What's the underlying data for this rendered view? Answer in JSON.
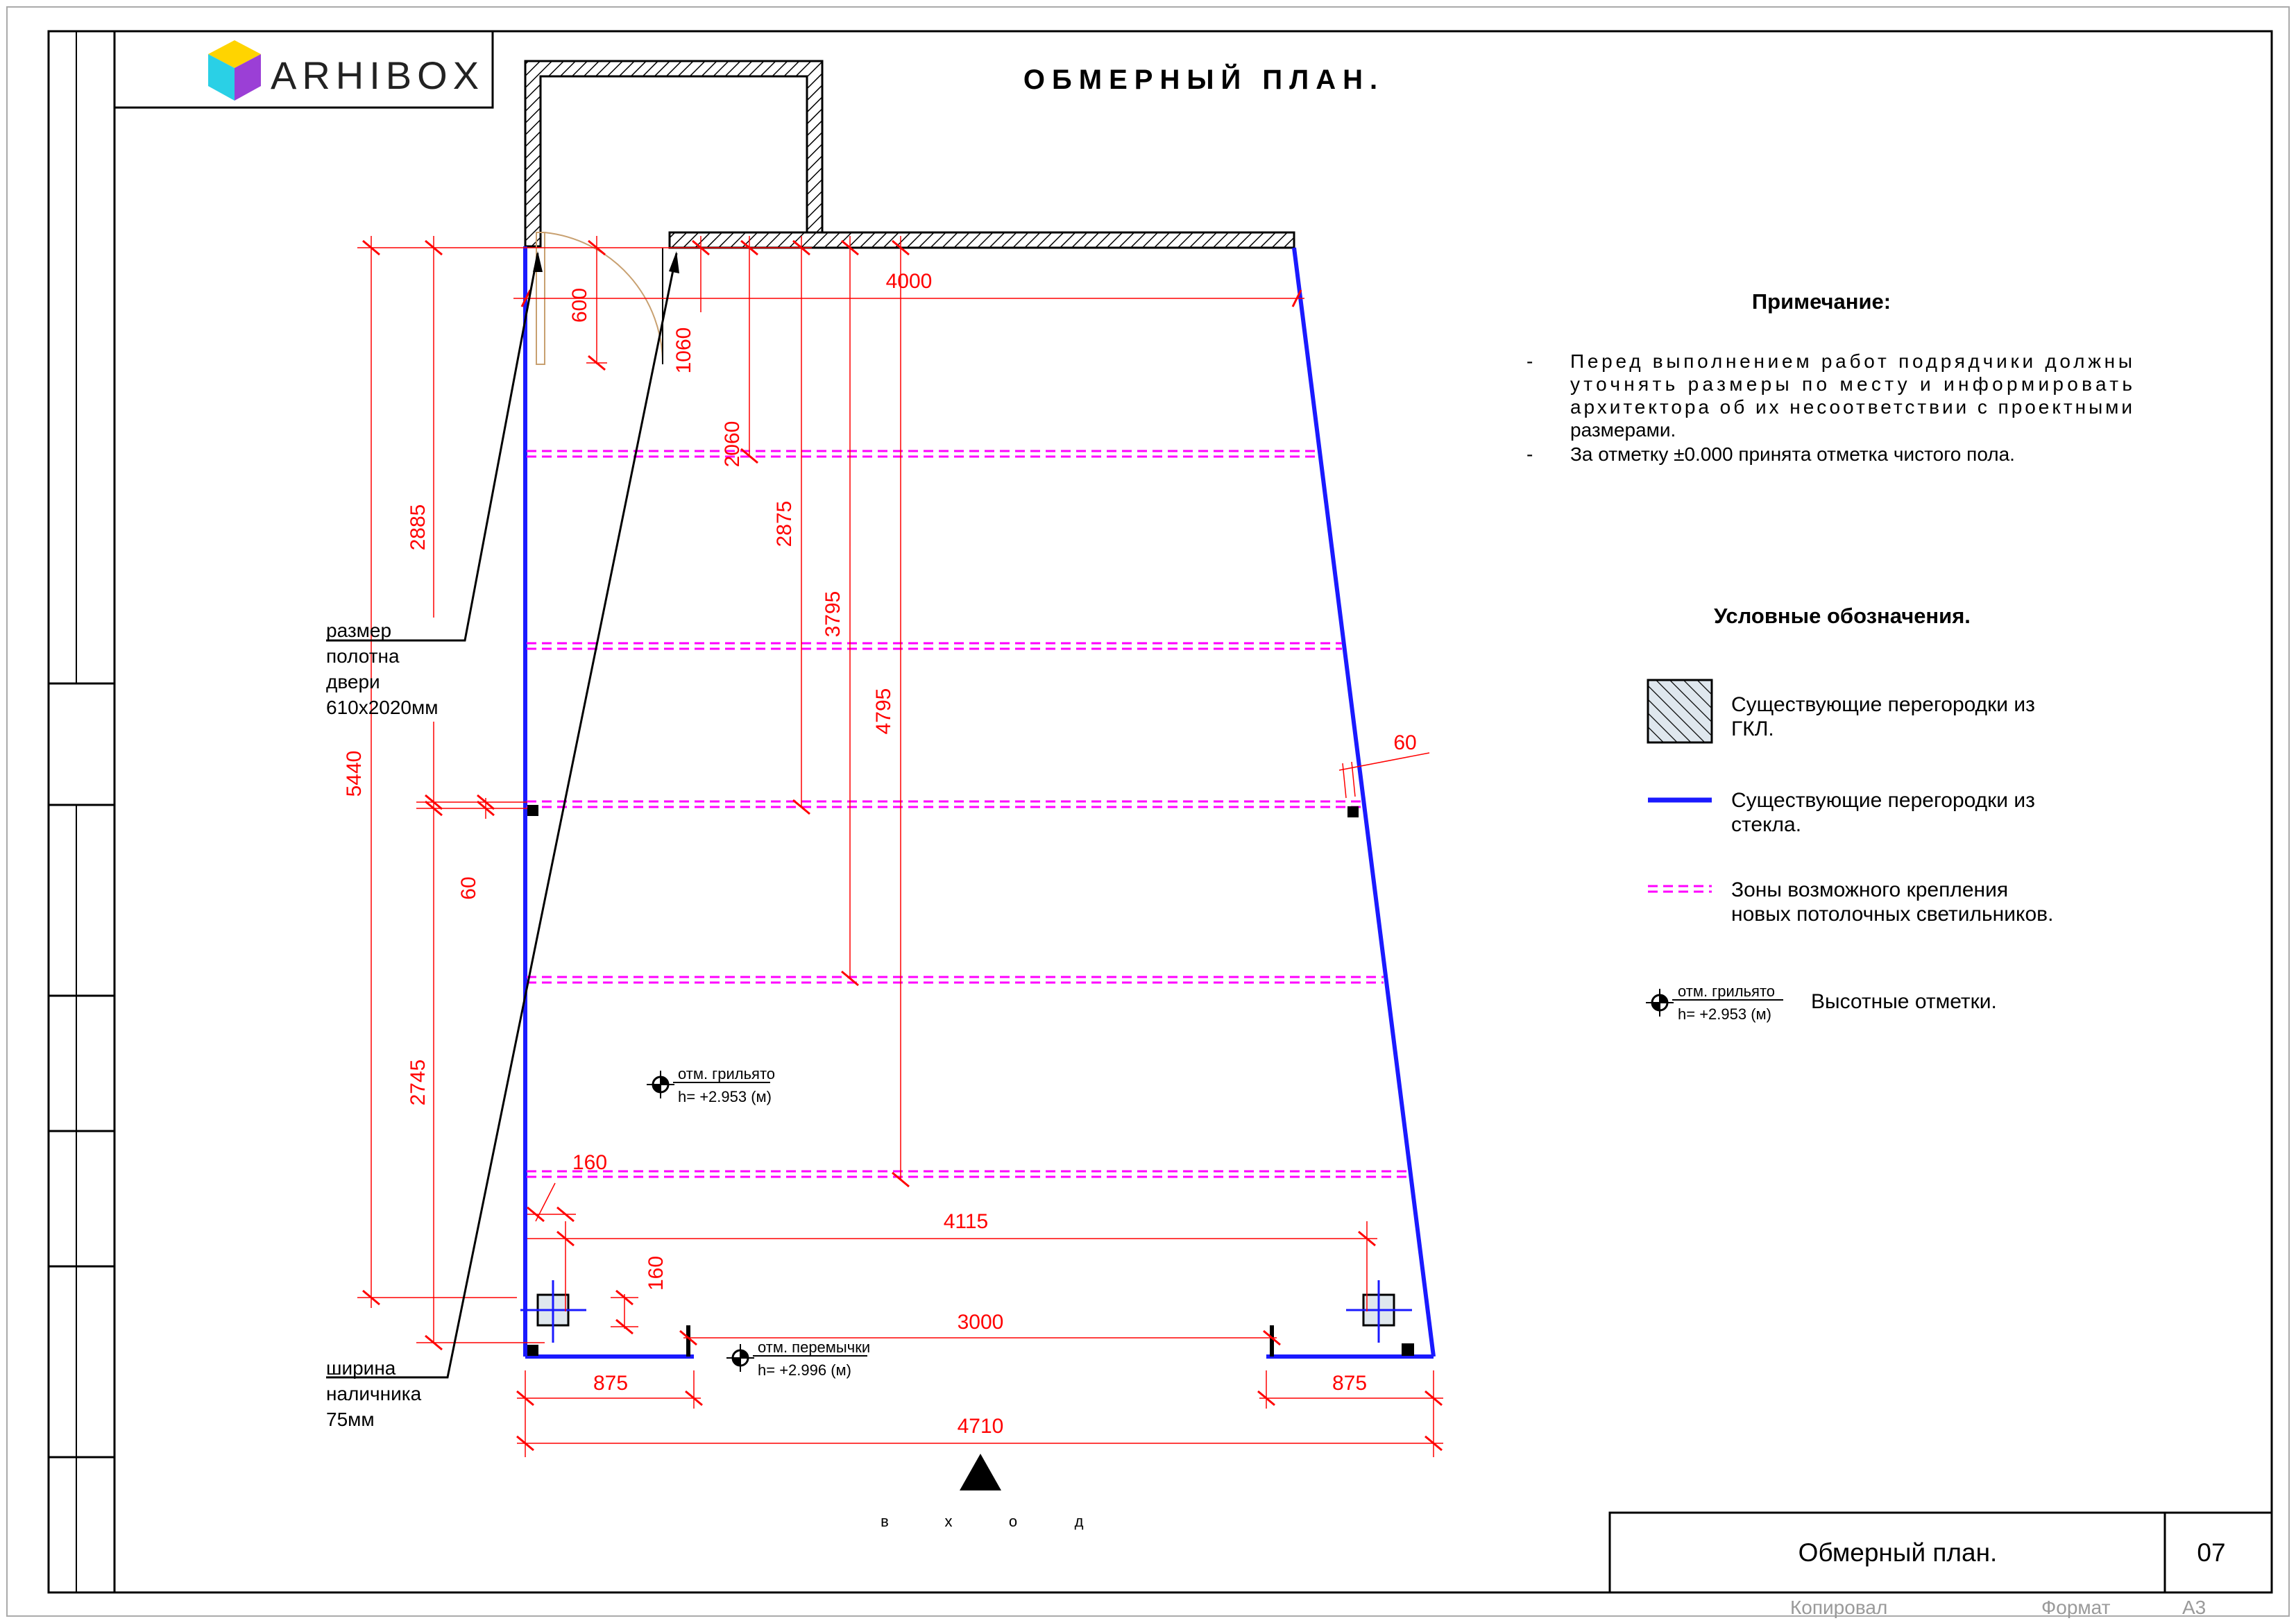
{
  "logo": {
    "brand": "ARHIBOX"
  },
  "title": "ОБМЕРНЫЙ ПЛАН.",
  "note": {
    "heading": "Примечание:",
    "dash": "-",
    "item1_lines": [
      "Перед выполнением работ подрядчики должны",
      "уточнять размеры по месту и информировать",
      "архитектора об их несоответствии с проектными",
      "размерами."
    ],
    "item2": "За отметку ±0.000 принята отметка чистого пола."
  },
  "legend": {
    "heading": "Условные обозначения.",
    "gkl": [
      "Существующие перегородки из",
      "ГКЛ."
    ],
    "glass": [
      "Существующие перегородки из",
      "стекла."
    ],
    "zones": [
      "Зоны возможного крепления",
      "новых потолочных светильников."
    ],
    "mark_label": "отм. грильято",
    "mark_value": "h= +2.953 (м)",
    "marks_text": "Высотные отметки."
  },
  "dimensions": {
    "d4000": "4000",
    "d600": "600",
    "d1060": "1060",
    "d2060": "2060",
    "d2875": "2875",
    "d3795": "3795",
    "d4795": "4795",
    "d2885": "2885",
    "d5440": "5440",
    "d60_left": "60",
    "d60_right": "60",
    "d2745": "2745",
    "d160_top": "160",
    "d160_side": "160",
    "d4115": "4115",
    "d3000": "3000",
    "d875_left": "875",
    "d875_right": "875",
    "d4710": "4710"
  },
  "callouts": {
    "door": [
      "размер",
      "полотна",
      "двери",
      "610х2020мм"
    ],
    "casing": [
      "ширина",
      "наличника",
      "75мм"
    ]
  },
  "elevations": {
    "grille": {
      "label": "отм. грильято",
      "value": "h= +2.953 (м)"
    },
    "lintel": {
      "label": "отм. перемычки",
      "value": "h= +2.996 (м)"
    }
  },
  "entrance": {
    "letters": [
      "в",
      "х",
      "о",
      "д"
    ]
  },
  "title_block": {
    "sheet_name": "Обмерный план.",
    "sheet_number": "07",
    "copied": "Копировал",
    "format_label": "Формат",
    "format_value": "А3"
  },
  "colors": {
    "dimension": "#ff0000",
    "glass": "#1a1aff",
    "zones": "#ff00ff",
    "wall": "#000000"
  }
}
